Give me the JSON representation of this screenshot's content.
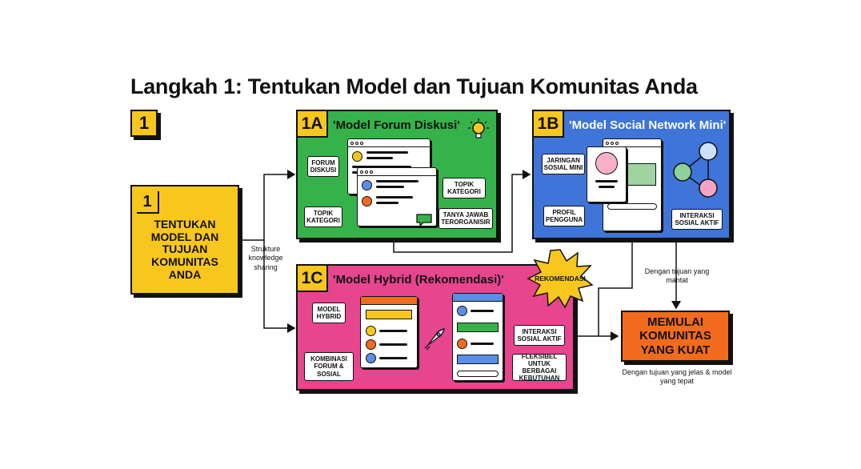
{
  "title": "Langkah 1: Tentukan Model dan Tujuan Komunitas Anda",
  "step_badge_top": "1",
  "main_step": {
    "number": "1",
    "text": "TENTUKAN MODEL DAN TUJUAN KOMUNITAS ANDA"
  },
  "connector_label": "Strukture knowledge sharing",
  "panel_a": {
    "badge": "1A",
    "title": "'Model Forum Diskusi'",
    "labels": [
      "FORUM DISKUSI",
      "TOPIK KATEGORI",
      "TOPIK KATEGORI",
      "TANYA JAWAB TERORGANISIR"
    ]
  },
  "panel_b": {
    "badge": "1B",
    "title": "'Model Social Network Mini'",
    "labels": [
      "JARINGAN SOSIAL MINI",
      "PROFIL PENGGUNA",
      "INTERAKSI SOSIAL AKTIF"
    ]
  },
  "panel_c": {
    "badge": "1C",
    "title": "'Model Hybrid (Rekomendasi)'",
    "starburst": "REKOMENDASI",
    "labels": [
      "MODEL HYBRID",
      "KOMBINASI FORUM & SOSIAL",
      "INTERAKSI SOSIAL AKTIF",
      "FLEKSIBEL UNTUK BERBAGAI KEBUTUHAN"
    ]
  },
  "result": {
    "text": "MEMULAI KOMUNITAS YANG KUAT",
    "note_above": "Dengan tujuan yang mantat",
    "note_below": "Dengan tujuan yang jelas & model yang tepat"
  },
  "colors": {
    "yellow": "#f7c71e",
    "green": "#35b34a",
    "blue": "#3f74d8",
    "pink": "#e8458f",
    "orange": "#f26b1d"
  }
}
